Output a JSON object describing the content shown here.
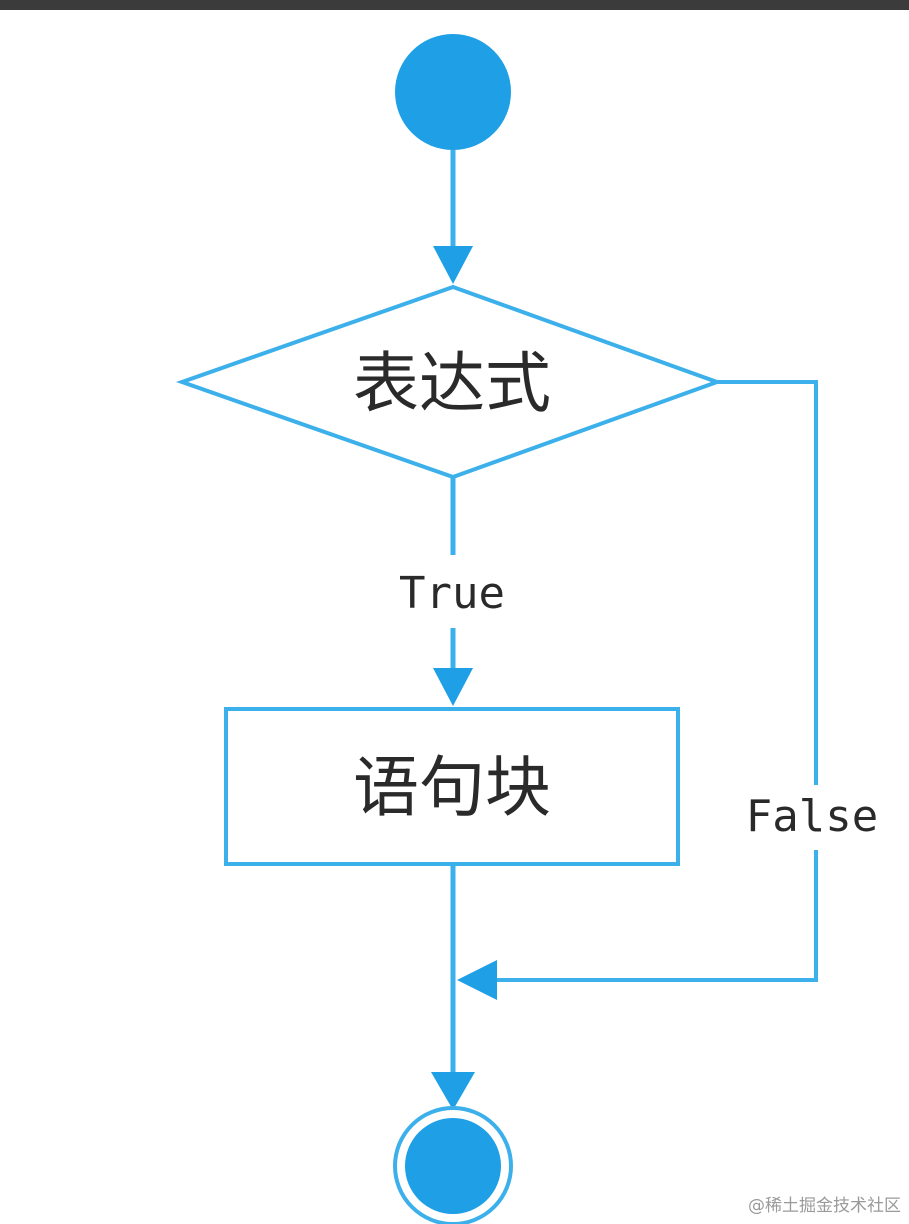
{
  "colors": {
    "accent": "#1e9fe6",
    "line": "#3cb0ea",
    "text": "#2a2a2a",
    "top_bar": "#3b3b3b"
  },
  "diagram": {
    "nodes": {
      "start": {
        "shape": "filled-circle"
      },
      "decision": {
        "shape": "diamond",
        "label": "表达式"
      },
      "block": {
        "shape": "rectangle",
        "label": "语句块"
      },
      "end": {
        "shape": "double-circle"
      }
    },
    "edges": {
      "true_label": "True",
      "false_label": "False"
    }
  },
  "watermark": "@稀土掘金技术社区"
}
